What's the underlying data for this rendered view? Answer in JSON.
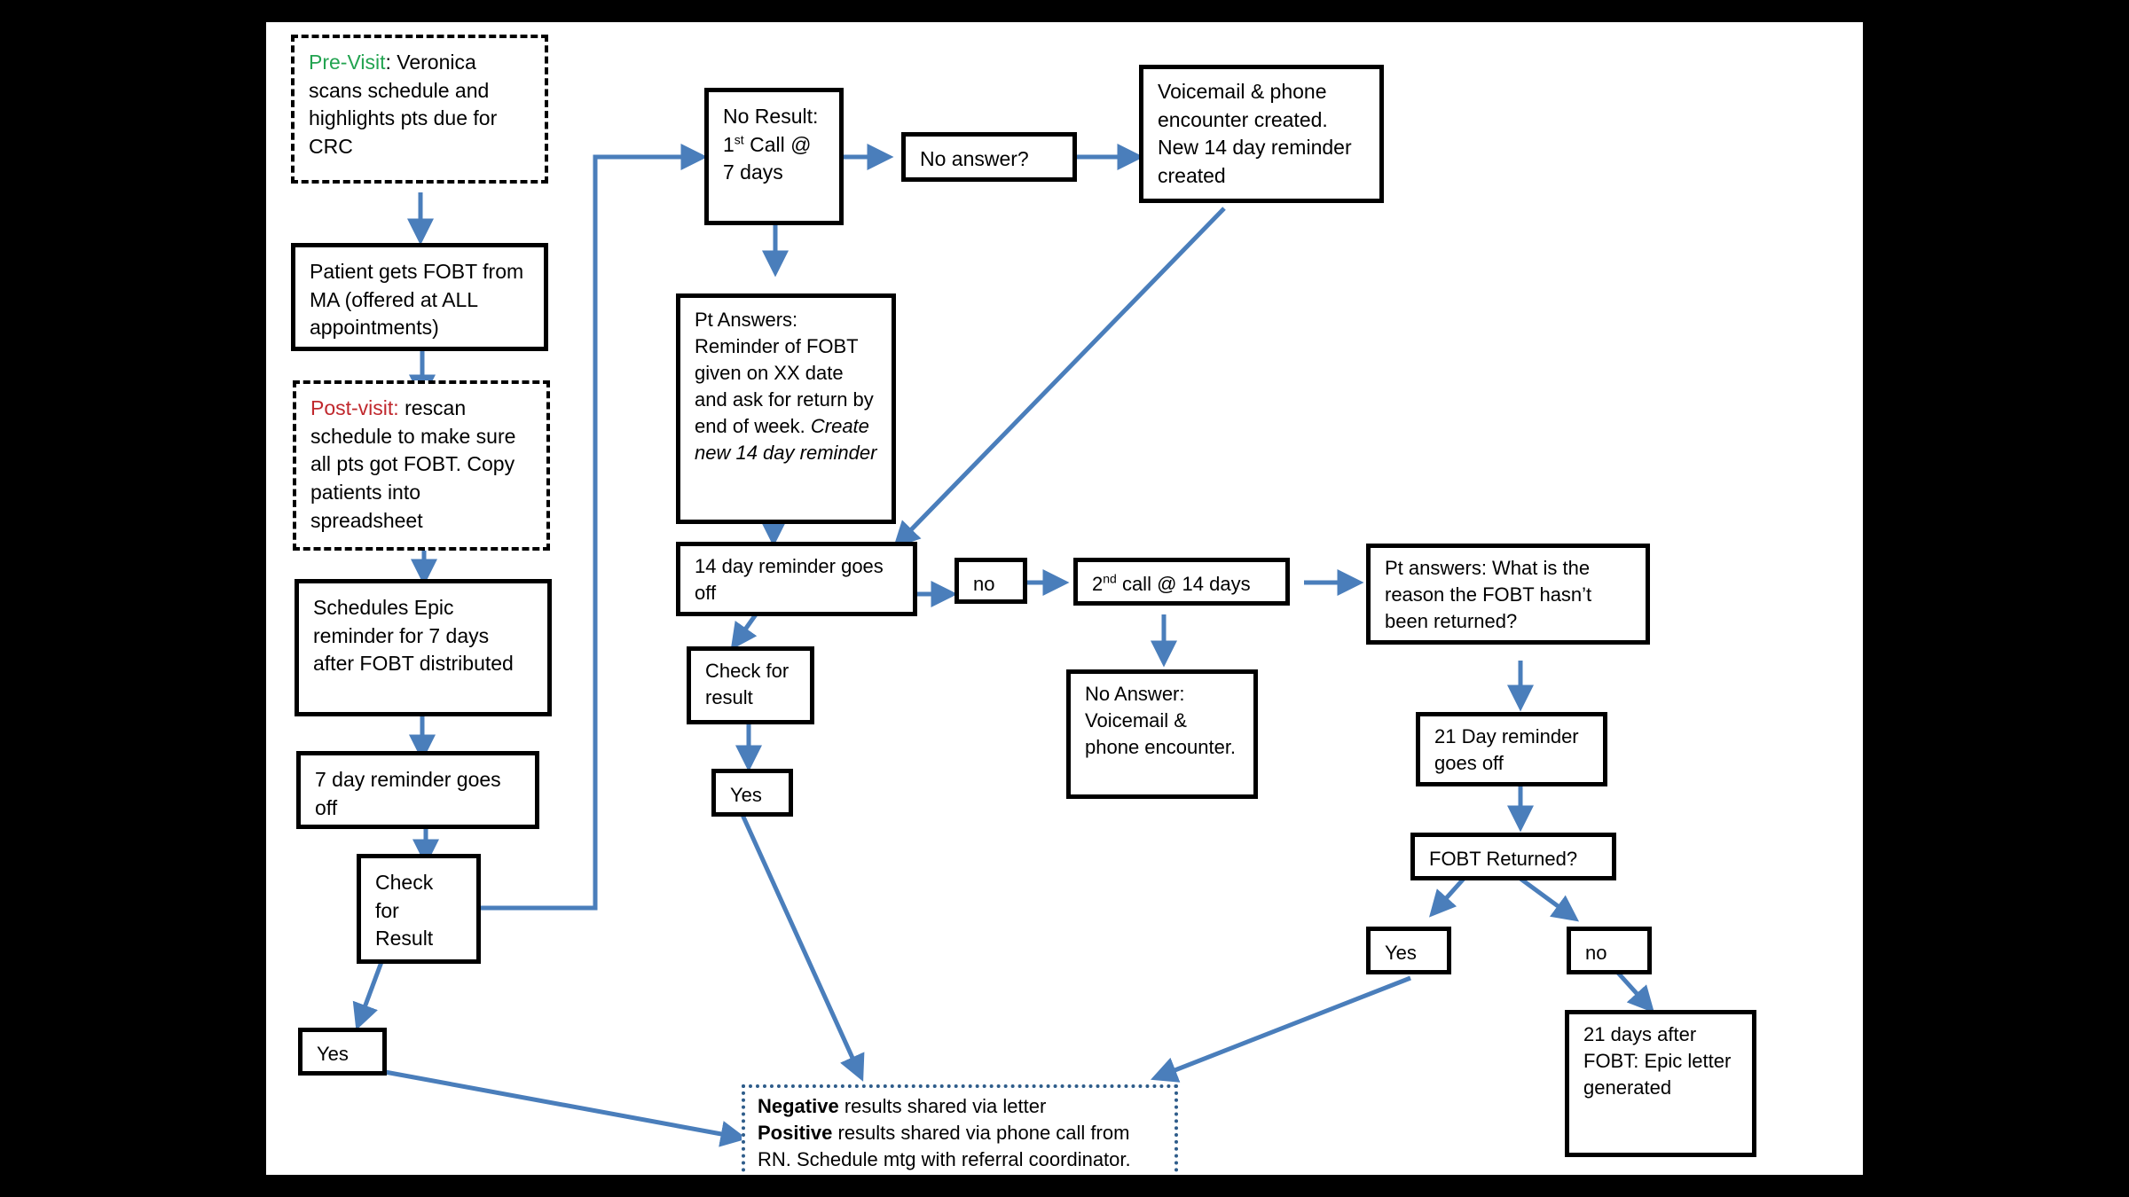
{
  "nodes": {
    "previsit": {
      "label": "Pre-Visit",
      "text": ": Veronica scans schedule and highlights pts due for CRC",
      "label_color": "#22a350"
    },
    "patient_gets": {
      "text": "Patient gets FOBT from MA (offered at ALL appointments)"
    },
    "postvisit": {
      "label": "Post-visit:",
      "text": " rescan schedule to make sure all pts got FOBT. Copy patients into spreadsheet",
      "label_color": "#c0282d"
    },
    "schedules_epic": {
      "text": "Schedules Epic reminder for 7 days after FOBT distributed"
    },
    "seven_day": {
      "text": "7 day reminder goes off"
    },
    "check_result_1": {
      "text": "Check for Result"
    },
    "yes_1": {
      "text": "Yes"
    },
    "no_result": {
      "line1": "No Result:",
      "call_pre": "1",
      "call_sup": "st",
      "call_post": " Call @ 7 days"
    },
    "no_answer_q": {
      "text": "No answer?"
    },
    "voicemail_1": {
      "text": "Voicemail & phone encounter created. New 14 day reminder created"
    },
    "pt_answers_1": {
      "text": "Pt Answers: Reminder of FOBT given on XX date and ask for return by end of week.",
      "italic": "Create new 14 day reminder"
    },
    "fourteen_day": {
      "text": "14 day reminder goes off"
    },
    "no_1": {
      "text": "no"
    },
    "second_call": {
      "pre": "2",
      "sup": "nd",
      "post": " call @ 14 days"
    },
    "pt_answers_2": {
      "text": "Pt answers: What is the reason the FOBT hasn’t been returned?"
    },
    "check_result_2": {
      "text": "Check for result"
    },
    "yes_2": {
      "text": "Yes"
    },
    "no_answer_voicemail": {
      "text": "No Answer: Voicemail & phone encounter."
    },
    "twentyone_day": {
      "text": "21 Day reminder goes off"
    },
    "fobt_returned": {
      "text": "FOBT Returned?"
    },
    "yes_3": {
      "text": "Yes"
    },
    "no_2": {
      "text": "no"
    },
    "twentyone_after": {
      "text": "21 days after FOBT: Epic letter generated"
    },
    "results": {
      "neg_label": "Negative",
      "neg_text": " results shared via letter",
      "pos_label": "Positive",
      "pos_text": " results shared via phone call from RN. Schedule mtg with referral coordinator."
    }
  },
  "colors": {
    "arrow": "#4a7ebb",
    "background": "#000000",
    "canvas": "#ffffff"
  }
}
